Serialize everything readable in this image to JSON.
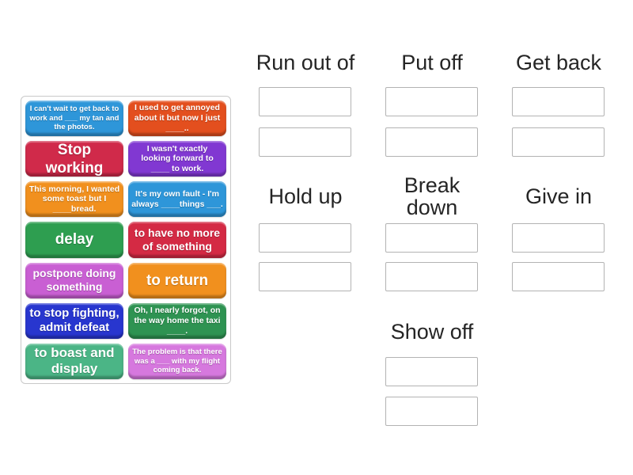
{
  "page": {
    "background": "#ffffff",
    "header_text_color": "#252525"
  },
  "card_panel": {
    "border_color": "#c9c9c9",
    "cards": [
      {
        "text": "I can't wait to get back to work and ___ my tan and the photos.",
        "color": "#2e96d9",
        "size": 9.5
      },
      {
        "text": "I used to get annoyed about it but now I just ____..",
        "color": "#e34f1e",
        "size": 10.5
      },
      {
        "text": "Stop working",
        "color": "#d02a4a",
        "size": 19
      },
      {
        "text": "I wasn't exactly looking forward to ____ to work.",
        "color": "#8138d2",
        "size": 10.5
      },
      {
        "text": "This morning, I wanted some toast but I ____bread.",
        "color": "#f1901e",
        "size": 10.5
      },
      {
        "text": "It's my own fault - I'm always ____things ___.",
        "color": "#2e96d9",
        "size": 10.5
      },
      {
        "text": "delay",
        "color": "#2e9e50",
        "size": 19
      },
      {
        "text": "to have no more of something",
        "color": "#d42a44",
        "size": 14
      },
      {
        "text": "postpone doing something",
        "color": "#c95fd3",
        "size": 14
      },
      {
        "text": "to return",
        "color": "#f1901e",
        "size": 19
      },
      {
        "text": "to stop fighting, admit defeat",
        "color": "#2836cf",
        "size": 15
      },
      {
        "text": "Oh, I nearly forgot, on the way home the taxi ____.",
        "color": "#2e9352",
        "size": 10.5
      },
      {
        "text": "to boast and display",
        "color": "#4bb586",
        "size": 17
      },
      {
        "text": "The problem is that there was a ___ with my flight coming back.",
        "color": "#d678de",
        "size": 9.5
      }
    ]
  },
  "groups": [
    {
      "id": "run-out-of",
      "label": "Run out of",
      "empty_slots": 2
    },
    {
      "id": "put-off",
      "label": "Put off",
      "empty_slots": 2
    },
    {
      "id": "get-back",
      "label": "Get back",
      "empty_slots": 2
    },
    {
      "id": "hold-up",
      "label": "Hold up",
      "empty_slots": 2
    },
    {
      "id": "break-down",
      "label": "Break down",
      "empty_slots": 2
    },
    {
      "id": "give-in",
      "label": "Give in",
      "empty_slots": 2
    },
    {
      "id": "show-off",
      "label": "Show off",
      "empty_slots": 2
    }
  ]
}
